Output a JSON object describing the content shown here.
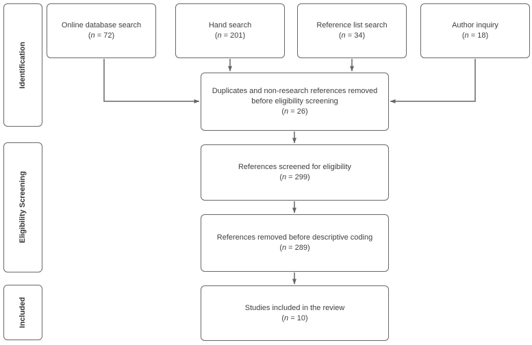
{
  "diagram": {
    "colors": {
      "box_border": "#666666",
      "arrow": "#666666",
      "text": "#3d3d3d",
      "background": "#ffffff"
    },
    "stages": [
      {
        "label": "Identification"
      },
      {
        "label": "Eligibility Screening"
      },
      {
        "label": "Included"
      }
    ],
    "sources": [
      {
        "label": "Online database search",
        "count": "(n = 72)"
      },
      {
        "label": "Hand search",
        "count": "(n = 201)"
      },
      {
        "label": "Reference list search",
        "count": "(n = 34)"
      },
      {
        "label": "Author inquiry",
        "count": "(n = 18)"
      }
    ],
    "steps": [
      {
        "label": "Duplicates and non-research references removed before eligibility screening",
        "count": "(n = 26)"
      },
      {
        "label": "References screened for eligibility",
        "count": "(n = 299)"
      },
      {
        "label": "References removed before descriptive coding",
        "count": "(n = 289)"
      },
      {
        "label": "Studies included in the review",
        "count": "(n = 10)"
      }
    ]
  }
}
